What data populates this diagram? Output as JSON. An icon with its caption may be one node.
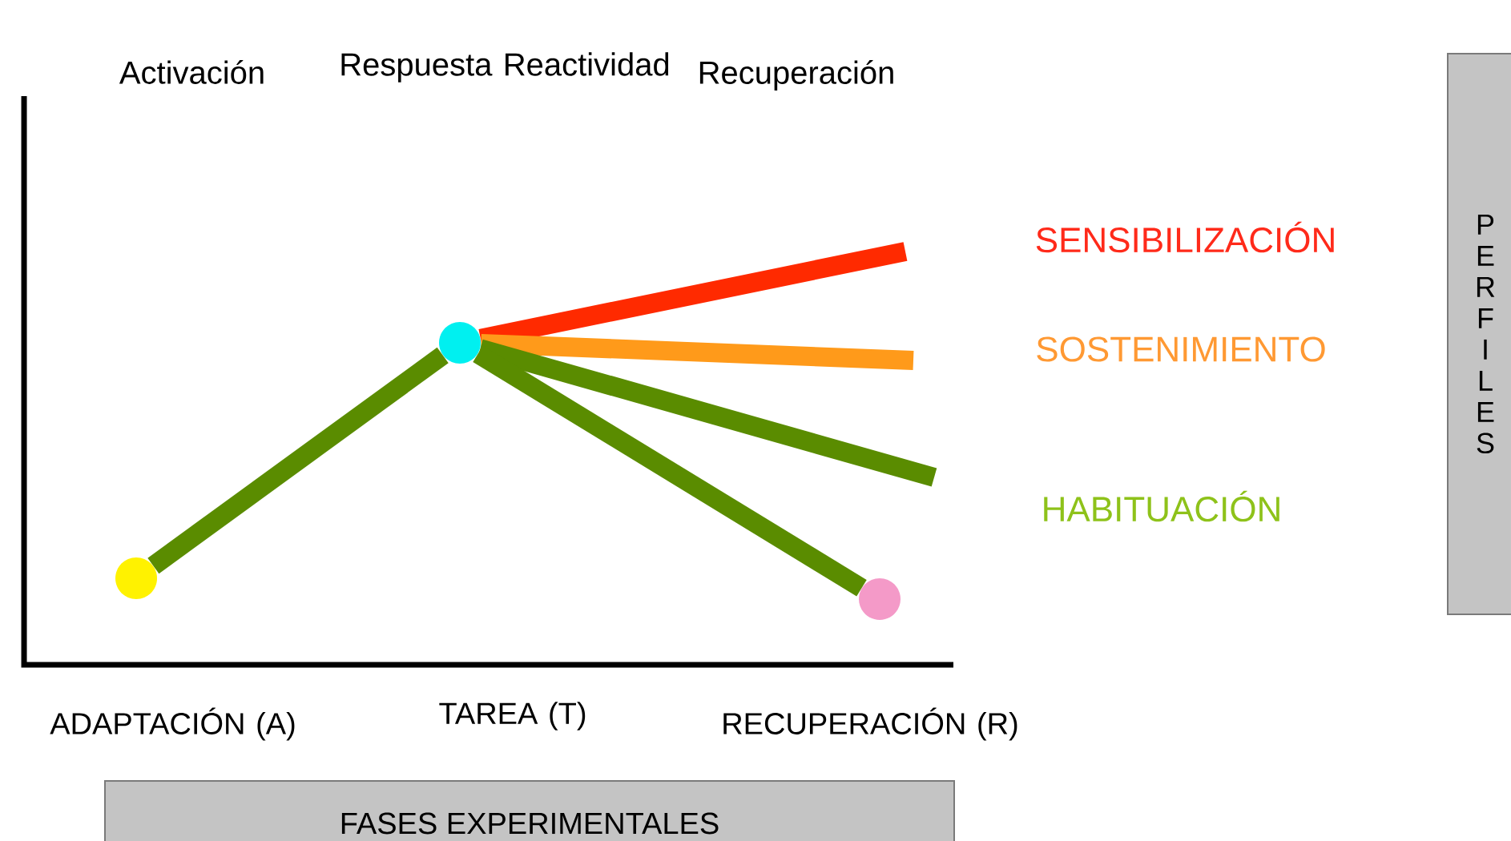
{
  "diagram": {
    "nodes": [
      {
        "text": [],
        "shape": "circle"
      },
      {
        "text": [],
        "shape": "circle"
      },
      {
        "text": [],
        "shape": "circle"
      },
      {
        "text": [
          "FASES EXPERIMENTALES"
        ]
      },
      {
        "text": [
          "PERFILES"
        ]
      }
    ],
    "edges": [
      {
        "from": 0,
        "to": 1,
        "arrow": "none"
      },
      {
        "from": 1,
        "to": null,
        "arrow": "none",
        "color": "#ff2a00"
      },
      {
        "from": 1,
        "to": null,
        "arrow": "none",
        "color": "#ff9a1a"
      },
      {
        "from": 1,
        "to": null,
        "arrow": "none"
      },
      {
        "from": 1,
        "to": 2,
        "arrow": "none"
      }
    ],
    "labels": [
      "Activación",
      "Respuesta Reactividad",
      "Recuperación",
      "SENSIBILIZACIÓN",
      "SOSTENIMIENTO",
      "HABITUACIÓN",
      "ADAPTACIÓN (A)",
      "TAREA (T)",
      "RECUPERACIÓN (R)"
    ]
  }
}
